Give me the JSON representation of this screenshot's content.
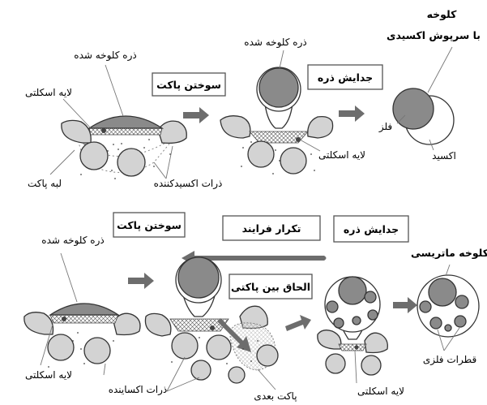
{
  "top": {
    "label_agglomerate": "ذره کلوخه شده",
    "label_skeleton_layer": "لایه اسکلتی",
    "label_pocket_edge": "لبه پاکت",
    "label_oxidizer_particles": "ذرات اکسیدکننده",
    "step_burning": "سوختن پاکت",
    "label_agglomerate_2": "ذره کلوخه شده",
    "label_skeleton_layer_2": "لایه اسکلتی",
    "step_separation": "جدایش ذره",
    "label_oxide_capped_line1": "کلوخه",
    "label_oxide_capped_line2": "با سرپوش اکسیدی",
    "label_metal": "فلز",
    "label_oxide": "اکسید"
  },
  "bottom": {
    "label_agglomerate": "ذره کلوخه شده",
    "step_burning": "سوختن پاکت",
    "step_repeat": "تکرار فرایند",
    "step_separation": "جدایش ذره",
    "label_matrix_agglomerate": "کلوخه ماتریسی",
    "label_pocket_merge": "الحاق بین پاکتی",
    "label_skeleton_layer": "لایه اسکلتی",
    "label_oxidizers": "ذرات اکساینده",
    "label_next_pocket": "پاکت بعدی",
    "label_skeleton_layer_2": "لایه اسکلتی",
    "label_metal_droplets": "قطرات فلزی"
  },
  "colors": {
    "particle_gray": "#d3d3d3",
    "agglomerate_dark": "#8a8a8a",
    "arrow_gray": "#6d6d6d"
  }
}
